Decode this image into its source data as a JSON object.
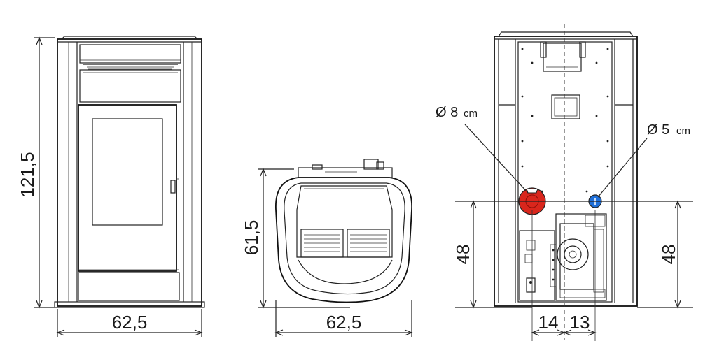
{
  "dimensions": {
    "front_height": "121,5",
    "front_width": "62,5",
    "top_depth": "61,5",
    "top_width": "62,5",
    "rear_left_height": "48",
    "rear_right_height": "48",
    "rear_offset_left": "14",
    "rear_offset_right": "13"
  },
  "pipes": {
    "exhaust": {
      "symbol": "Ø 8",
      "unit": "cm",
      "color": "#d9261c"
    },
    "air_inlet": {
      "symbol": "Ø 5",
      "unit": "cm",
      "color": "#1e6fd9"
    }
  }
}
